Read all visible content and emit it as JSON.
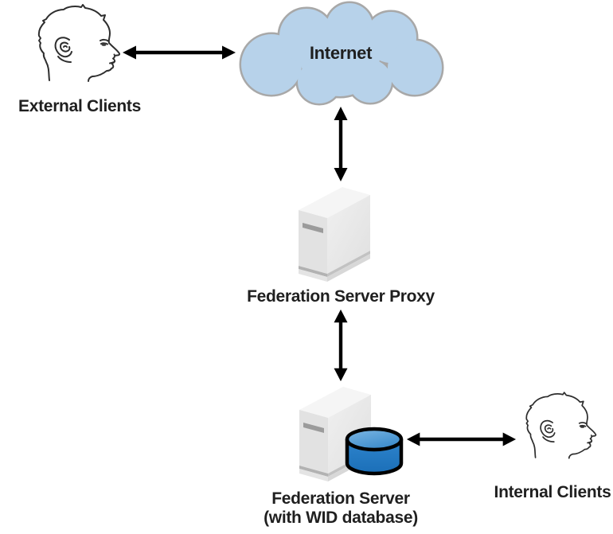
{
  "diagram": {
    "type": "network-architecture",
    "background": "#ffffff",
    "nodes": {
      "external_clients": {
        "label": "External Clients",
        "icon": "person-head-icon"
      },
      "internet": {
        "label": "Internet",
        "icon": "cloud-icon"
      },
      "federation_server_proxy": {
        "label": "Federation Server Proxy",
        "icon": "server-tower-icon"
      },
      "federation_server": {
        "label": "Federation Server",
        "sublabel": "(with WID database)",
        "icons": [
          "server-tower-icon",
          "database-icon"
        ]
      },
      "internal_clients": {
        "label": "Internal Clients",
        "icon": "person-head-icon"
      }
    },
    "connections": [
      {
        "from": "External Clients",
        "to": "Internet",
        "style": "double-headed-arrow",
        "orientation": "horizontal"
      },
      {
        "from": "Internet",
        "to": "Federation Server Proxy",
        "style": "double-headed-arrow",
        "orientation": "vertical"
      },
      {
        "from": "Federation Server Proxy",
        "to": "Federation Server",
        "style": "double-headed-arrow",
        "orientation": "vertical"
      },
      {
        "from": "Federation Server",
        "to": "Internal Clients",
        "style": "double-headed-arrow",
        "orientation": "horizontal"
      }
    ],
    "colors": {
      "cloud_fill": "#b7d2ea",
      "cloud_border": "#a8a8a8",
      "arrow": "#000000",
      "database_body": "#2076c4",
      "database_top": "#6aabdf",
      "database_outline": "#000000",
      "server_front": "#e2e2e2",
      "server_side": "#ebebeb",
      "server_top": "#f5f5f5",
      "server_slot": "#9b9b9b",
      "head_stroke": "#2e2e2e",
      "text": "#1f1f1f",
      "background": "#ffffff"
    }
  }
}
